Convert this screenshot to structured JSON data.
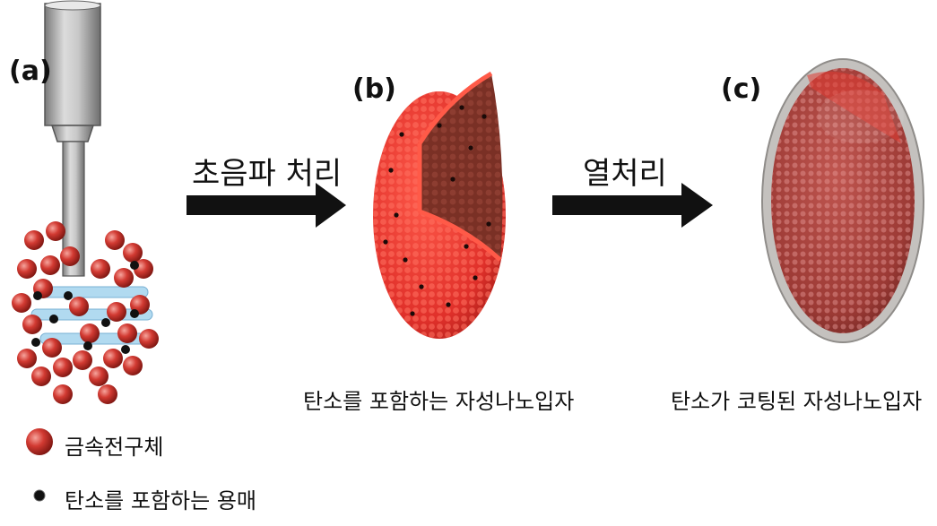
{
  "panels": {
    "a": {
      "label": "(a)"
    },
    "b": {
      "label": "(b)",
      "caption": "탄소를 포함하는 자성나노입자"
    },
    "c": {
      "label": "(c)",
      "caption": "탄소가 코팅된 자성나노입자"
    }
  },
  "steps": [
    {
      "label": "초음파 처리"
    },
    {
      "label": "열처리"
    }
  ],
  "legend": [
    {
      "label": "금속전구체",
      "icon": "red-sphere-icon"
    },
    {
      "label": "탄소를 포함하는 용매",
      "icon": "black-dot-icon"
    }
  ],
  "colors": {
    "metal_precursor": "#d23a32",
    "carbon_solvent": "#111111",
    "arrow": "#111111",
    "horn": "#b8b8b8",
    "particle_shell": "#e0302a",
    "particle_interior": "#7a3025",
    "coated_particle": "#a8423c",
    "coating": "#b9b6b3"
  }
}
